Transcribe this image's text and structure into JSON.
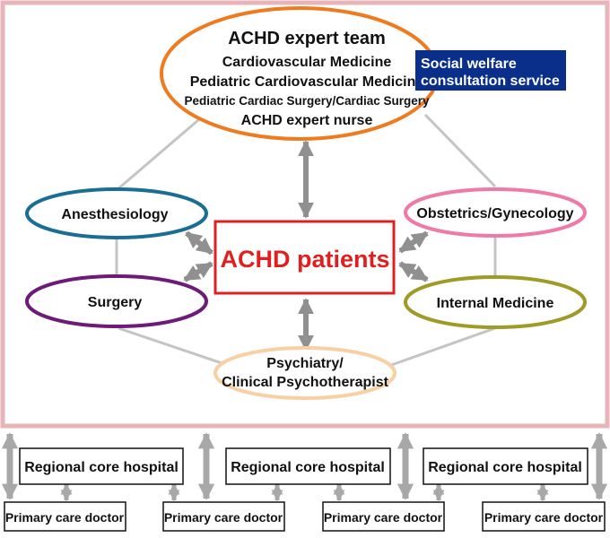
{
  "expert_team": {
    "title": "ACHD expert team",
    "members": [
      "Cardiovascular Medicine",
      "Pediatric Cardiovascular Medicine",
      "Pediatric Cardiac Surgery/Cardiac Surgery",
      "ACHD expert nurse"
    ]
  },
  "social_welfare": {
    "line1": "Social welfare",
    "line2": "consultation service"
  },
  "patients": {
    "label": "ACHD patients"
  },
  "departments": {
    "anesthesiology": "Anesthesiology",
    "surgery": "Surgery",
    "obstetrics": "Obstetrics/Gynecology",
    "internal_medicine": "Internal Medicine",
    "psychiatry_line1": "Psychiatry/",
    "psychiatry_line2": "Clinical Psychotherapist"
  },
  "regional": {
    "hospitals": [
      "Regional core hospital",
      "Regional core hospital",
      "Regional core hospital"
    ],
    "primary_care": [
      "Primary care doctor",
      "Primary care doctor",
      "Primary care doctor",
      "Primary care doctor"
    ]
  },
  "colors": {
    "frame": "#e8b4b8",
    "expert_team_border": "#f07a1e",
    "anesthesiology_border": "#1a6e96",
    "surgery_border": "#6e1a78",
    "obstetrics_border": "#f07aa6",
    "internal_medicine_border": "#a09a26",
    "psychiatry_border": "#f8d0a4",
    "patients_border": "#e02020",
    "patients_text": "#e02020",
    "social_welfare_bg": "#0a2f8a",
    "arrow": "#909090",
    "connector": "#c4c4c4"
  }
}
